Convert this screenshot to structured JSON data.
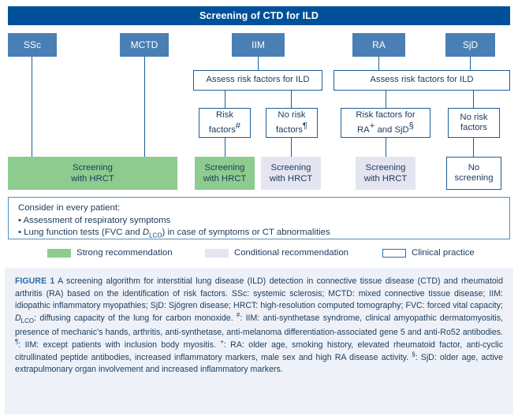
{
  "header": {
    "title": "Screening of CTD for ILD"
  },
  "diseases": [
    {
      "label": "SSc"
    },
    {
      "label": "MCTD"
    },
    {
      "label": "IIM"
    },
    {
      "label": "RA"
    },
    {
      "label": "SjD"
    }
  ],
  "assess": [
    {
      "label": "Assess risk factors for ILD"
    },
    {
      "label": "Assess risk factors for ILD"
    }
  ],
  "risk_boxes": [
    {
      "line1": "Risk",
      "line2": "factors",
      "marker": "#"
    },
    {
      "line1": "No risk",
      "line2": "factors",
      "marker": "¶"
    },
    {
      "line1": "Risk factors for",
      "line2": "RA",
      "marker": "+",
      "line2b": " and SjD",
      "marker2": "§"
    },
    {
      "line1": "No risk",
      "line2": "factors",
      "marker": ""
    }
  ],
  "results": [
    {
      "line1": "Screening",
      "line2": "with HRCT",
      "style": "green"
    },
    {
      "line1": "Screening",
      "line2": "with HRCT",
      "style": "green"
    },
    {
      "line1": "Screening",
      "line2": "with HRCT",
      "style": "lav"
    },
    {
      "line1": "Screening",
      "line2": "with HRCT",
      "style": "lav"
    },
    {
      "line1": "No",
      "line2": "screening",
      "style": "outline"
    }
  ],
  "consider": {
    "heading": "Consider in every patient:",
    "bullet1": "• Assessment of respiratory symptoms",
    "bullet2_pre": "• Lung function tests (FVC and ",
    "bullet2_d": "D",
    "bullet2_sub": "LCO",
    "bullet2_post": ") in case of symptoms or CT abnormalities"
  },
  "legend": [
    {
      "label": "Strong recommendation",
      "style": "green"
    },
    {
      "label": "Conditional recommendation",
      "style": "lav"
    },
    {
      "label": "Clinical practice",
      "style": "outline"
    }
  ],
  "caption": {
    "figure_label": "FIGURE 1",
    "body_1": " A screening algorithm for interstitial lung disease (ILD) detection in connective tissue disease (CTD) and rheumatoid arthritis (RA) based on the identification of risk factors. SSc: systemic sclerosis; MCTD: mixed connective tissue disease; IIM: idiopathic inflammatory myopathies; SjD: Sjögren disease; HRCT: high-resolution computed tomography; FVC: forced vital capacity; ",
    "dlco_d": "D",
    "dlco_sub": "LCO",
    "body_2": ": diffusing capacity of the lung for carbon monoxide. ",
    "note_hash_marker": "#",
    "note_hash": ": IIM: anti-synthetase syndrome, clinical amyopathic dermatomyositis, presence of mechanic’s hands, arthritis, anti-synthetase, anti-melanoma differentiation-associated gene 5 and anti-Ro52 antibodies. ",
    "note_pilcrow_marker": "¶",
    "note_pilcrow": ": IIM: except patients with inclusion body myositis. ",
    "note_plus_marker": "+",
    "note_plus": ": RA: older age, smoking history, elevated rheumatoid factor, anti-cyclic citrullinated peptide antibodies, increased inflammatory markers, male sex and high RA disease activity. ",
    "note_section_marker": "§",
    "note_section": ": SjD: older age, active extrapulmonary organ involvement and increased inflammatory markers."
  },
  "colors": {
    "header_blue": "#01519a",
    "box_blue": "#4a7fb5",
    "line_blue": "#1f5c96",
    "green": "#8ecb8e",
    "lavender": "#e4e5f1",
    "caption_bg": "#eef2f8"
  }
}
